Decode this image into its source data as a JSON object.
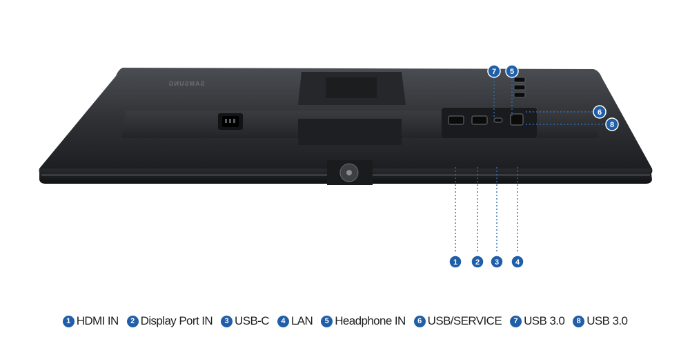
{
  "image": {
    "subject": "monitor-rear-ports",
    "brand_logo": "SAMSUNG",
    "accent_color": "#1f5ea8"
  },
  "callouts": [
    "1",
    "2",
    "3",
    "4",
    "5",
    "6",
    "7",
    "8"
  ],
  "legend": [
    {
      "number": "1",
      "label": "HDMI IN"
    },
    {
      "number": "2",
      "label": "Display Port IN"
    },
    {
      "number": "3",
      "label": "USB-C"
    },
    {
      "number": "4",
      "label": "LAN"
    },
    {
      "number": "5",
      "label": "Headphone IN"
    },
    {
      "number": "6",
      "label": "USB/SERVICE"
    },
    {
      "number": "7",
      "label": "USB 3.0"
    },
    {
      "number": "8",
      "label": "USB 3.0"
    }
  ]
}
